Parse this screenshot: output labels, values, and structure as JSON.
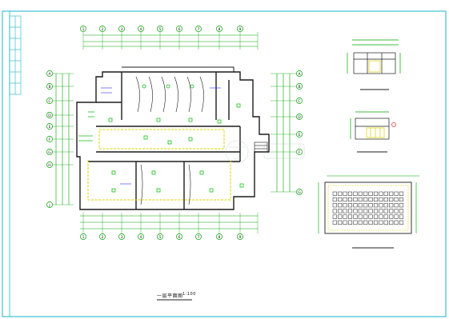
{
  "drawing": {
    "main_title": "一层平面图",
    "main_scale": "1:100",
    "detail_top_title": "",
    "detail_mid_title": "",
    "detail_bottom_title": ""
  },
  "colors": {
    "frame": "#18b6c8",
    "wall": "#1c1c1c",
    "grid": "#00a000",
    "fixture": "#18c018",
    "accent": "#e0d000",
    "blue": "#3030ff",
    "magenta": "#ff40ff"
  },
  "grid_axes": {
    "top": [
      "1",
      "2",
      "3",
      "4",
      "5",
      "6",
      "7",
      "8",
      "9"
    ],
    "left": [
      "A",
      "B",
      "C",
      "D",
      "E",
      "F",
      "G",
      "H",
      "J"
    ],
    "right": [
      "A",
      "B",
      "C",
      "D",
      "E",
      "F",
      "G"
    ]
  }
}
